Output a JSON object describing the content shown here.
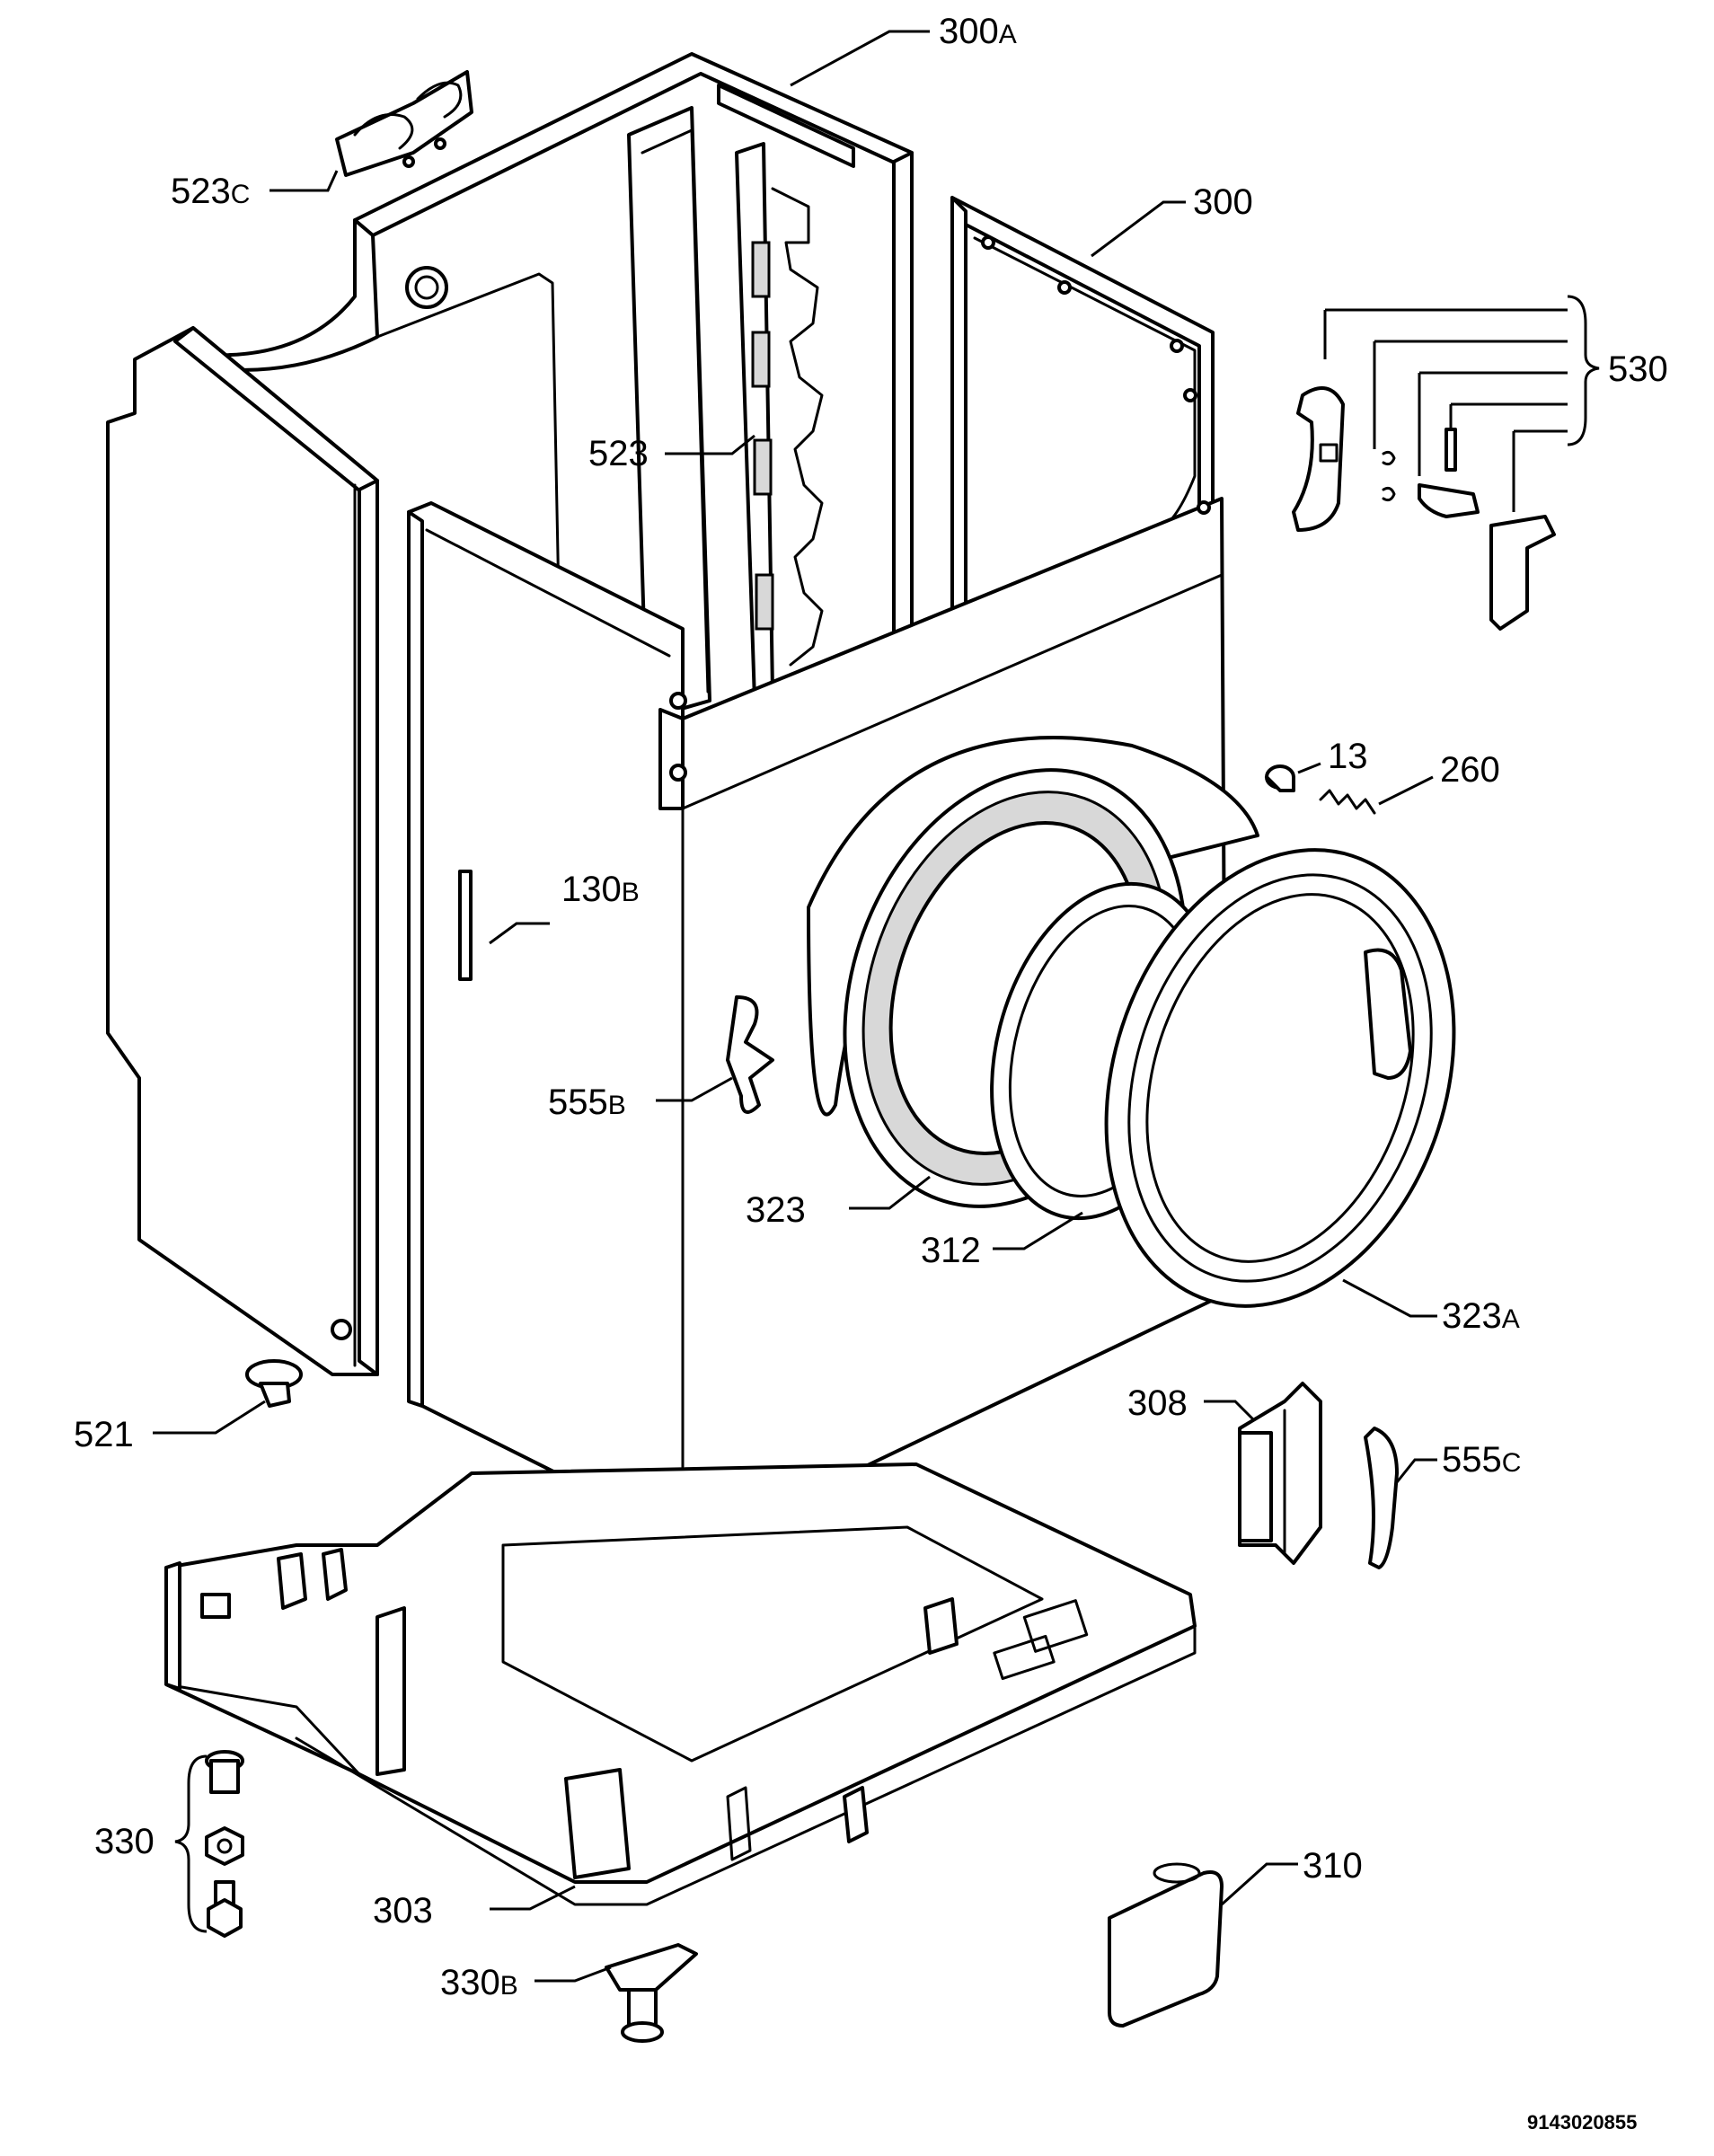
{
  "labels": [
    {
      "id": "300A",
      "number": "300",
      "suffix": "A"
    },
    {
      "id": "300",
      "number": "300",
      "suffix": ""
    },
    {
      "id": "523C",
      "number": "523",
      "suffix": "C"
    },
    {
      "id": "523",
      "number": "523",
      "suffix": ""
    },
    {
      "id": "530",
      "number": "530",
      "suffix": ""
    },
    {
      "id": "13",
      "number": "13",
      "suffix": ""
    },
    {
      "id": "260",
      "number": "260",
      "suffix": ""
    },
    {
      "id": "130B",
      "number": "130",
      "suffix": "B"
    },
    {
      "id": "555B",
      "number": "555",
      "suffix": "B"
    },
    {
      "id": "323",
      "number": "323",
      "suffix": ""
    },
    {
      "id": "312",
      "number": "312",
      "suffix": ""
    },
    {
      "id": "323A",
      "number": "323",
      "suffix": "A"
    },
    {
      "id": "521",
      "number": "521",
      "suffix": ""
    },
    {
      "id": "308",
      "number": "308",
      "suffix": ""
    },
    {
      "id": "555C",
      "number": "555",
      "suffix": "C"
    },
    {
      "id": "330",
      "number": "330",
      "suffix": ""
    },
    {
      "id": "303",
      "number": "303",
      "suffix": ""
    },
    {
      "id": "330B",
      "number": "330",
      "suffix": "B"
    },
    {
      "id": "310",
      "number": "310",
      "suffix": ""
    }
  ],
  "document_number": "9143020855"
}
